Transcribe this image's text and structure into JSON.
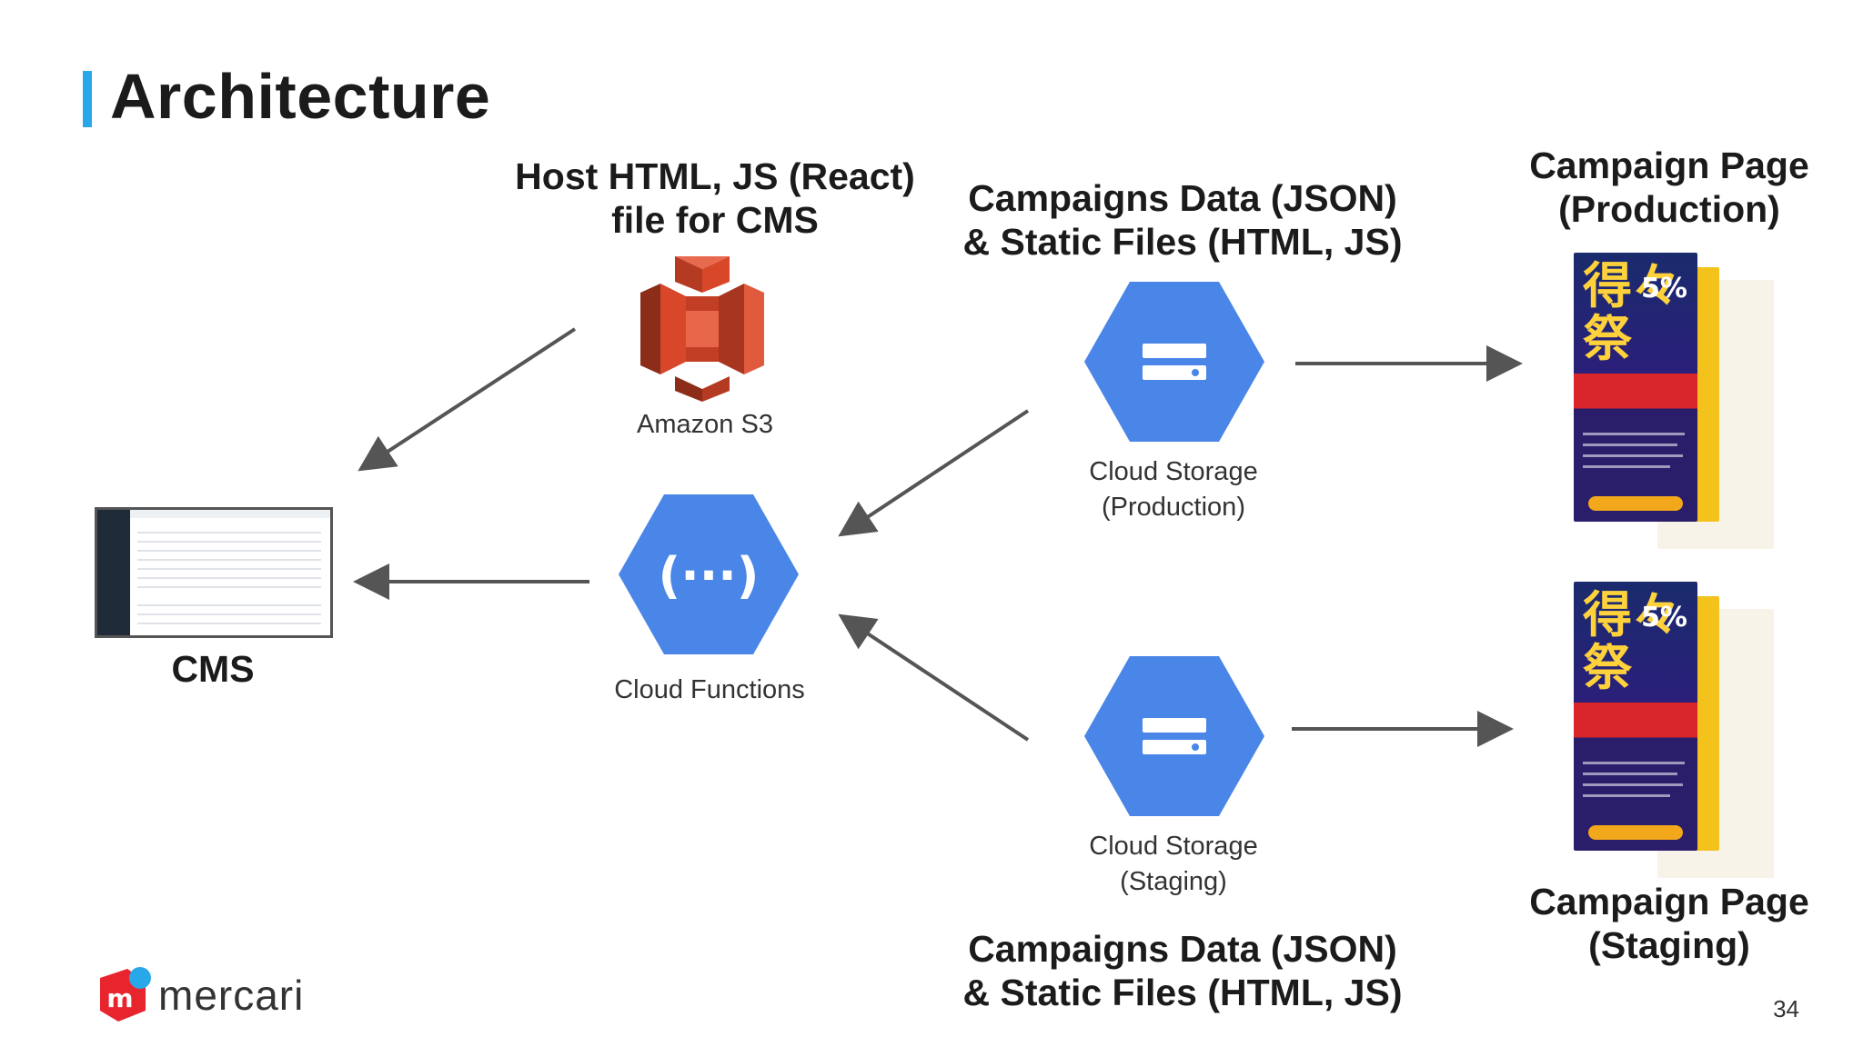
{
  "slide": {
    "title": "Architecture",
    "page_number": "34"
  },
  "brand": {
    "logo_text": "mercari",
    "logo_mark": "m",
    "accent_color": "#29a8e9",
    "logo_color": "#e8242d"
  },
  "nodes": {
    "cms": {
      "label": "CMS"
    },
    "s3": {
      "caption": "Host HTML, JS (React) file for CMS",
      "caption_line1": "Host HTML, JS (React)",
      "caption_line2": "file for CMS",
      "label": "Amazon S3",
      "icon": "amazon-s3-icon"
    },
    "functions": {
      "label": "Cloud Functions",
      "icon": "cloud-functions-icon",
      "glyph": "(···)"
    },
    "storage_prod": {
      "label_line1": "Cloud Storage",
      "label_line2": "(Production)",
      "icon": "cloud-storage-icon"
    },
    "storage_stg": {
      "label_line1": "Cloud Storage",
      "label_line2": "(Staging)",
      "icon": "cloud-storage-icon"
    },
    "data_top": {
      "line1": "Campaigns Data (JSON)",
      "line2": "& Static Files (HTML, JS)"
    },
    "data_bottom": {
      "line1": "Campaigns Data (JSON)",
      "line2": "& Static Files (HTML, JS)"
    },
    "page_prod": {
      "line1": "Campaign Page",
      "line2": "(Production)"
    },
    "page_stg": {
      "line1": "Campaign Page",
      "line2": "(Staging)"
    }
  },
  "poster": {
    "big_text": "5%",
    "headline": "得々祭"
  },
  "colors": {
    "gcp_blue": "#4a86e8",
    "s3_red": "#d9472b",
    "arrow": "#555555"
  }
}
